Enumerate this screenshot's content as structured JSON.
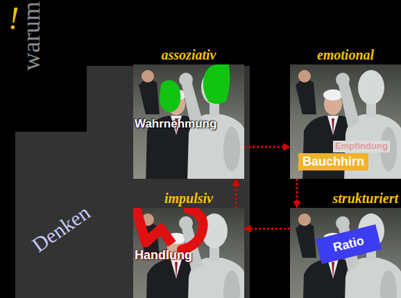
{
  "diagram": {
    "nodes": [
      {
        "text": [
          "assoziativ",
          "Wahrnehmung"
        ]
      },
      {
        "text": [
          "emotional",
          "Empfindung",
          "Bauchhirn"
        ]
      },
      {
        "text": [
          "impulsiv",
          "Handlung"
        ]
      },
      {
        "text": [
          "strukturiert",
          "Ratio"
        ]
      }
    ],
    "edges": [
      {
        "from": 0,
        "to": 1,
        "arrow": "to"
      },
      {
        "from": 1,
        "to": 3,
        "arrow": "to"
      },
      {
        "from": 3,
        "to": 2,
        "arrow": "to"
      },
      {
        "from": 2,
        "to": 0,
        "arrow": "to"
      }
    ],
    "labels": [
      "!",
      "warum",
      "Denken"
    ]
  }
}
